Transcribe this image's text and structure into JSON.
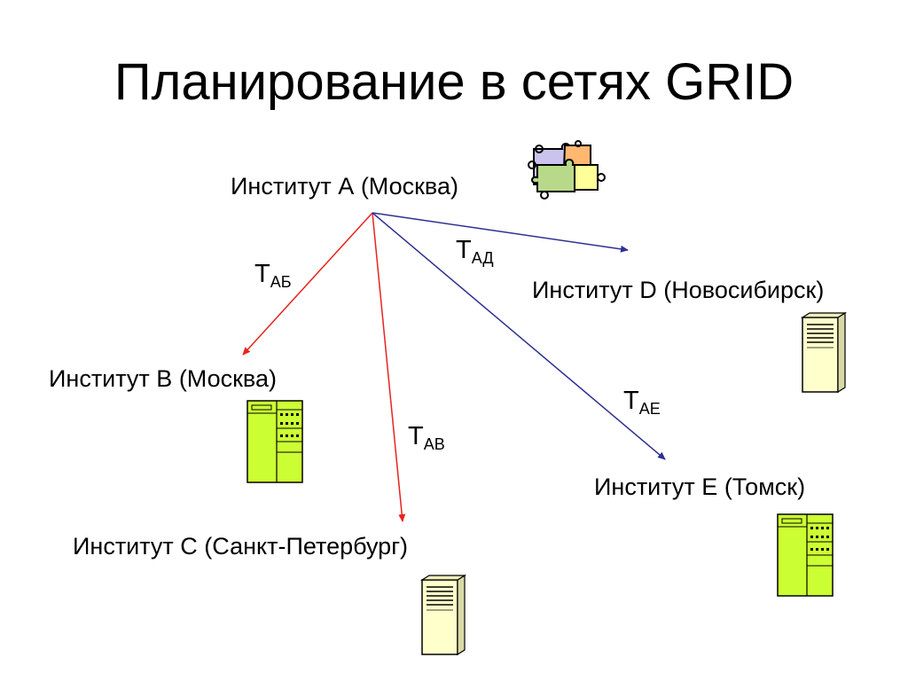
{
  "title": "Планирование в сетях GRID",
  "nodes": {
    "a": {
      "label": "Институт А (Москва)"
    },
    "b": {
      "label": "Институт В (Москва)"
    },
    "c": {
      "label": "Институт С (Санкт-Петербург)"
    },
    "d": {
      "label": "Институт D (Новосибирск)"
    },
    "e": {
      "label": "Институт Е (Томск)"
    }
  },
  "edges": {
    "ab": {
      "main": "T",
      "sub": "АБ",
      "color": "#e8231f"
    },
    "av": {
      "main": "T",
      "sub": "АВ",
      "color": "#e8231f"
    },
    "ad": {
      "main": "T",
      "sub": "АД",
      "color": "#2e3192"
    },
    "ae": {
      "main": "T",
      "sub": "АЕ",
      "color": "#2e3192"
    }
  },
  "icons": {
    "puzzle": "puzzle-icon",
    "server_tower": "server-tower-icon",
    "server_rack": "server-rack-icon"
  },
  "colors": {
    "rack_fill": "#ccff33",
    "tower_fill": "#ffffcc"
  }
}
